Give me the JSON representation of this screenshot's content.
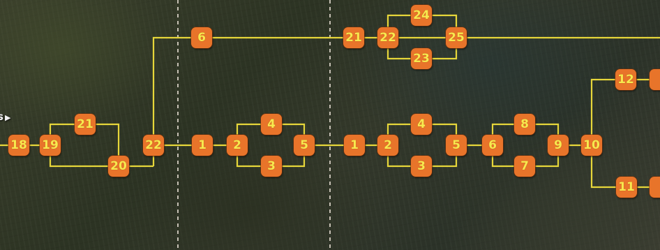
{
  "edge_label": "s",
  "arrow_glyph": "▶",
  "colors": {
    "node_fill": "#e8742a",
    "node_text": "#f7e84e",
    "path_line": "#e6d63a",
    "divider": "#ece3d8"
  },
  "nodes": [
    {
      "id": "a18",
      "label": "18"
    },
    {
      "id": "a19",
      "label": "19"
    },
    {
      "id": "a21",
      "label": "21"
    },
    {
      "id": "a20",
      "label": "20"
    },
    {
      "id": "a22",
      "label": "22"
    },
    {
      "id": "a6",
      "label": "6"
    },
    {
      "id": "b1",
      "label": "1"
    },
    {
      "id": "b2",
      "label": "2"
    },
    {
      "id": "b4",
      "label": "4"
    },
    {
      "id": "b3",
      "label": "3"
    },
    {
      "id": "b5",
      "label": "5"
    },
    {
      "id": "c21",
      "label": "21"
    },
    {
      "id": "c22",
      "label": "22"
    },
    {
      "id": "c24",
      "label": "24"
    },
    {
      "id": "c23",
      "label": "23"
    },
    {
      "id": "c25",
      "label": "25"
    },
    {
      "id": "d1",
      "label": "1"
    },
    {
      "id": "d2",
      "label": "2"
    },
    {
      "id": "d4",
      "label": "4"
    },
    {
      "id": "d3",
      "label": "3"
    },
    {
      "id": "d5",
      "label": "5"
    },
    {
      "id": "d6",
      "label": "6"
    },
    {
      "id": "d8",
      "label": "8"
    },
    {
      "id": "d7",
      "label": "7"
    },
    {
      "id": "d9",
      "label": "9"
    },
    {
      "id": "d10",
      "label": "10"
    },
    {
      "id": "d12",
      "label": "12"
    },
    {
      "id": "d11",
      "label": "11"
    }
  ]
}
